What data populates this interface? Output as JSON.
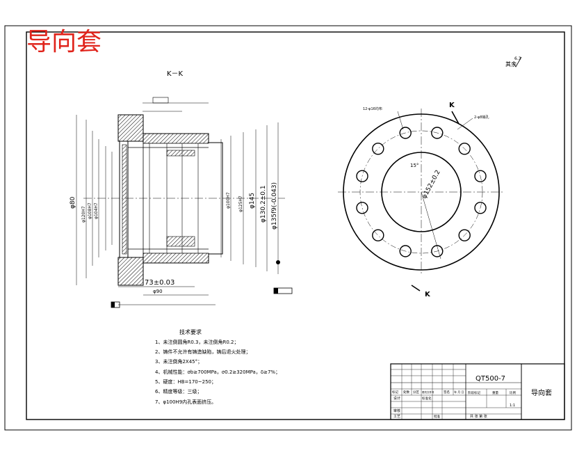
{
  "title_overlay": "导向套",
  "section_label": "K－K",
  "surface_roughness_note": "其余",
  "roughness_value": "6.3",
  "view_marker": "K",
  "dimensions": {
    "d80": "φ80",
    "d120": "φ120H7",
    "d108": "φ108H7",
    "d104": "φ104H7",
    "d100": "φ100H7",
    "d125": "φ125H7",
    "d145": "φ145",
    "d130": "φ130.2±0.1",
    "d135": "φ135f9(-0.043)",
    "len73": "73±0.03",
    "d90": "φ90",
    "hole_pcd": "φ152±0.2",
    "angle": "15°",
    "chamfer": "2×45°",
    "bore_note": "12-φ16均布",
    "thread_note": "2-φ8销孔"
  },
  "tech_requirements": {
    "heading": "技术要求",
    "items": [
      "1、未注倒圆角R0.3，未注倒角R0.2；",
      "2、铸件不允许有铸造缺陷，铸后退火处理；",
      "3、未注倒角2X45°；",
      "4、机械性能：σb≥700MPa，σ0.2≥320MPa，δ≥7%；",
      "5、硬度：HB=170~250；",
      "6、精度等级：三级；",
      "7、φ100H9内孔表面挤压。"
    ]
  },
  "title_block": {
    "drawing_number": "QT500-7",
    "part_name": "导向套",
    "row_labels": [
      "标记",
      "处数",
      "分区",
      "更改文件号",
      "签名",
      "年 月 日"
    ],
    "roles": [
      "设计",
      "审核",
      "工艺"
    ],
    "std_label": "标准化",
    "approve_label": "批准",
    "stage_headers": [
      "阶段标记",
      "重量",
      "比例"
    ],
    "scale": "1:1",
    "sheet_text": "共   张   第   张"
  },
  "colors": {
    "title_overlay": "#e0231b",
    "line": "#000000",
    "hatch": "#000000"
  }
}
